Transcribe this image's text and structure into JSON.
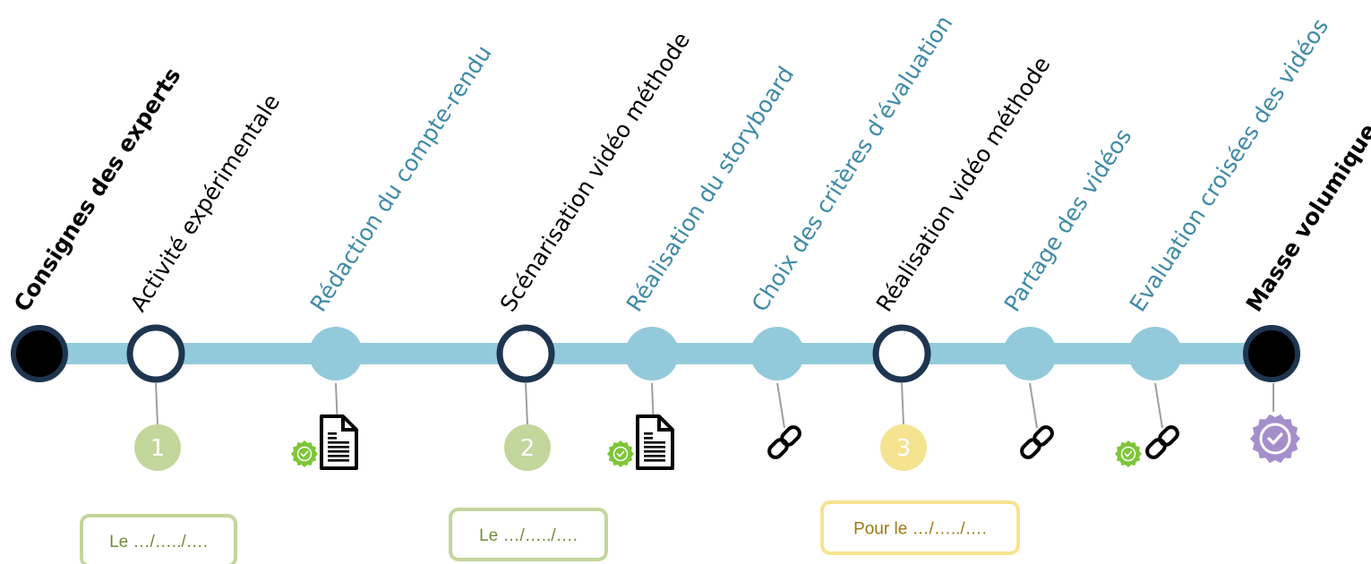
{
  "colors": {
    "track": "#93cadb",
    "node_dark": "#1e3550",
    "node_light": "#93cadb",
    "label_dark": "#000000",
    "label_teal": "#3f8aa6",
    "green": "#c3d69b",
    "yellow": "#f5e38f",
    "badge_green": "#7ec638",
    "badge_purple": "#a58fcb",
    "date_green_text": "#6f8b3a",
    "date_yellow_text": "#9a7b10"
  },
  "timeline": {
    "steps": [
      {
        "label": "Consignes des experts",
        "node": "filled",
        "label_style": "bold-dark",
        "icon": "none"
      },
      {
        "label": "Activité expérimentale",
        "node": "hollow",
        "label_style": "dark",
        "icon": "number",
        "number": "1",
        "number_color": "green"
      },
      {
        "label": "Rédaction du compte-rendu",
        "node": "light",
        "label_style": "teal",
        "icon": "document-icon",
        "badge": "green-check-badge-icon"
      },
      {
        "label": "Scénarisation vidéo méthode",
        "node": "hollow",
        "label_style": "dark",
        "icon": "number",
        "number": "2",
        "number_color": "green"
      },
      {
        "label": "Réalisation du storyboard",
        "node": "light",
        "label_style": "teal",
        "icon": "document-icon",
        "badge": "green-check-badge-icon"
      },
      {
        "label": "Choix des critères d’évaluation",
        "node": "light",
        "label_style": "teal",
        "icon": "link-icon"
      },
      {
        "label": "Réalisation vidéo méthode",
        "node": "hollow",
        "label_style": "dark",
        "icon": "number",
        "number": "3",
        "number_color": "yellow"
      },
      {
        "label": "Partage des vidéos",
        "node": "light",
        "label_style": "teal",
        "icon": "link-icon"
      },
      {
        "label": "Evaluation croisées des vidéos",
        "node": "light",
        "label_style": "teal",
        "icon": "link-icon",
        "badge": "green-check-badge-icon"
      },
      {
        "label": "Masse volumique",
        "node": "filled",
        "label_style": "bold-dark",
        "icon": "purple-seal-check-icon"
      }
    ],
    "dates": [
      {
        "text": "Le …/…../….",
        "color": "green"
      },
      {
        "text": "Le …/…../….",
        "color": "green"
      },
      {
        "text": "Pour le …/…../….",
        "color": "yellow"
      }
    ]
  }
}
